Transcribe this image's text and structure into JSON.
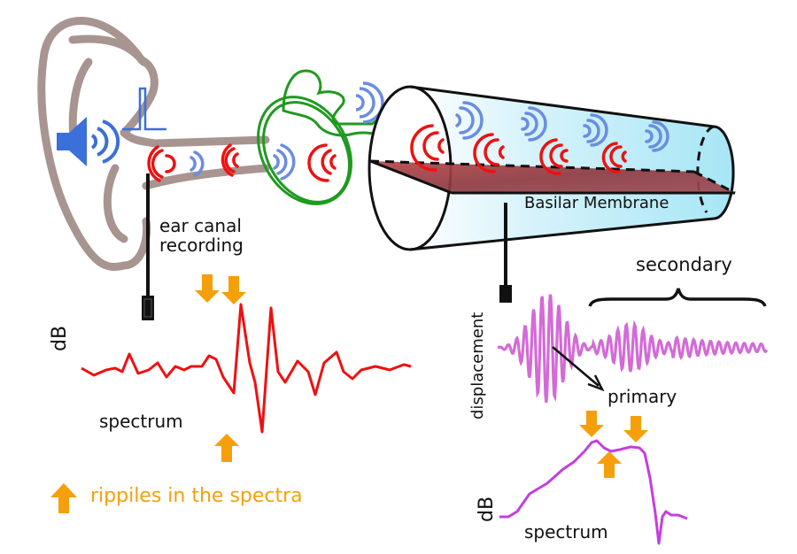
{
  "diagram": {
    "title": "Ear canal recording and basilar membrane response",
    "labels": {
      "ear_canal_recording_line1": "ear canal",
      "ear_canal_recording_line2": "recording",
      "basilar_membrane": "Basilar Membrane",
      "secondary": "secondary",
      "primary": "primary",
      "displacement": "displacement",
      "db_left": "dB",
      "db_right": "dB",
      "spectrum_left": "spectrum",
      "spectrum_right": "spectrum"
    },
    "legend": {
      "icon": "up-arrow-icon",
      "text": "rippiles in the spectra"
    },
    "colors": {
      "ear_outline": "#a89490",
      "speaker_blue": "#3b6fd9",
      "wave_blue": "#6a8de0",
      "wave_red": "#ee1111",
      "ossicles_green": "#1f9a1f",
      "cochlea_fill": "#c9eefa",
      "membrane": "#9a3b3f",
      "probe": "#111111",
      "left_spectrum": "#ee1111",
      "displacement_wave": "#d46ad8",
      "right_spectrum": "#c43ee0",
      "arrow_orange": "#f5a00b",
      "legend_text": "#f5a00b"
    },
    "components": [
      "outer-ear",
      "speaker",
      "click-stimulus",
      "ear-canal",
      "ossicles",
      "cochlea",
      "basilar-membrane",
      "ear-canal-probe",
      "bm-probe"
    ]
  }
}
